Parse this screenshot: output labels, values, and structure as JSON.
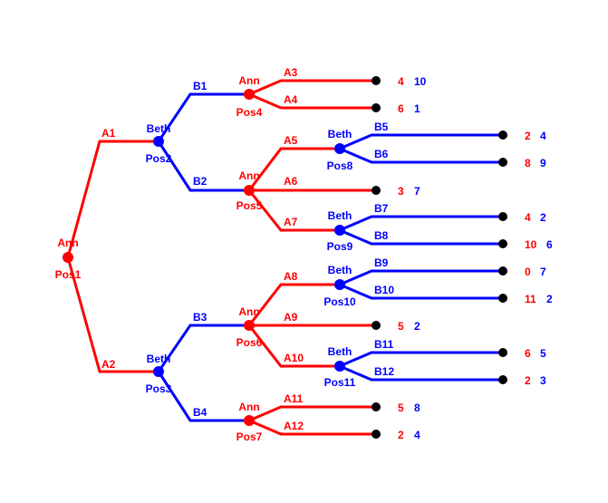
{
  "colors": {
    "ann": "#ff0000",
    "beth": "#0000ff",
    "terminal": "#000000"
  },
  "players": {
    "ann": "Ann",
    "beth": "Beth"
  },
  "positions": {
    "pos1": "Pos1",
    "pos2": "Pos2",
    "pos3": "Pos3",
    "pos4": "Pos4",
    "pos5": "Pos5",
    "pos6": "Pos6",
    "pos7": "Pos7",
    "pos8": "Pos8",
    "pos9": "Pos9",
    "pos10": "Pos10",
    "pos11": "Pos11"
  },
  "moves": {
    "A1": "A1",
    "A2": "A2",
    "B1": "B1",
    "B2": "B2",
    "B3": "B3",
    "B4": "B4",
    "A3": "A3",
    "A4": "A4",
    "A5": "A5",
    "A6": "A6",
    "A7": "A7",
    "A8": "A8",
    "A9": "A9",
    "A10": "A10",
    "A11": "A11",
    "A12": "A12",
    "B5": "B5",
    "B6": "B6",
    "B7": "B7",
    "B8": "B8",
    "B9": "B9",
    "B10": "B10",
    "B11": "B11",
    "B12": "B12"
  },
  "payoffs": [
    {
      "ann": "4",
      "beth": "10"
    },
    {
      "ann": "6",
      "beth": "1"
    },
    {
      "ann": "2",
      "beth": "4"
    },
    {
      "ann": "8",
      "beth": "9"
    },
    {
      "ann": "3",
      "beth": "7"
    },
    {
      "ann": "4",
      "beth": "2"
    },
    {
      "ann": "10",
      "beth": "6"
    },
    {
      "ann": "0",
      "beth": "7"
    },
    {
      "ann": "11",
      "beth": "2"
    },
    {
      "ann": "5",
      "beth": "2"
    },
    {
      "ann": "6",
      "beth": "5"
    },
    {
      "ann": "2",
      "beth": "3"
    },
    {
      "ann": "5",
      "beth": "8"
    },
    {
      "ann": "2",
      "beth": "4"
    }
  ]
}
